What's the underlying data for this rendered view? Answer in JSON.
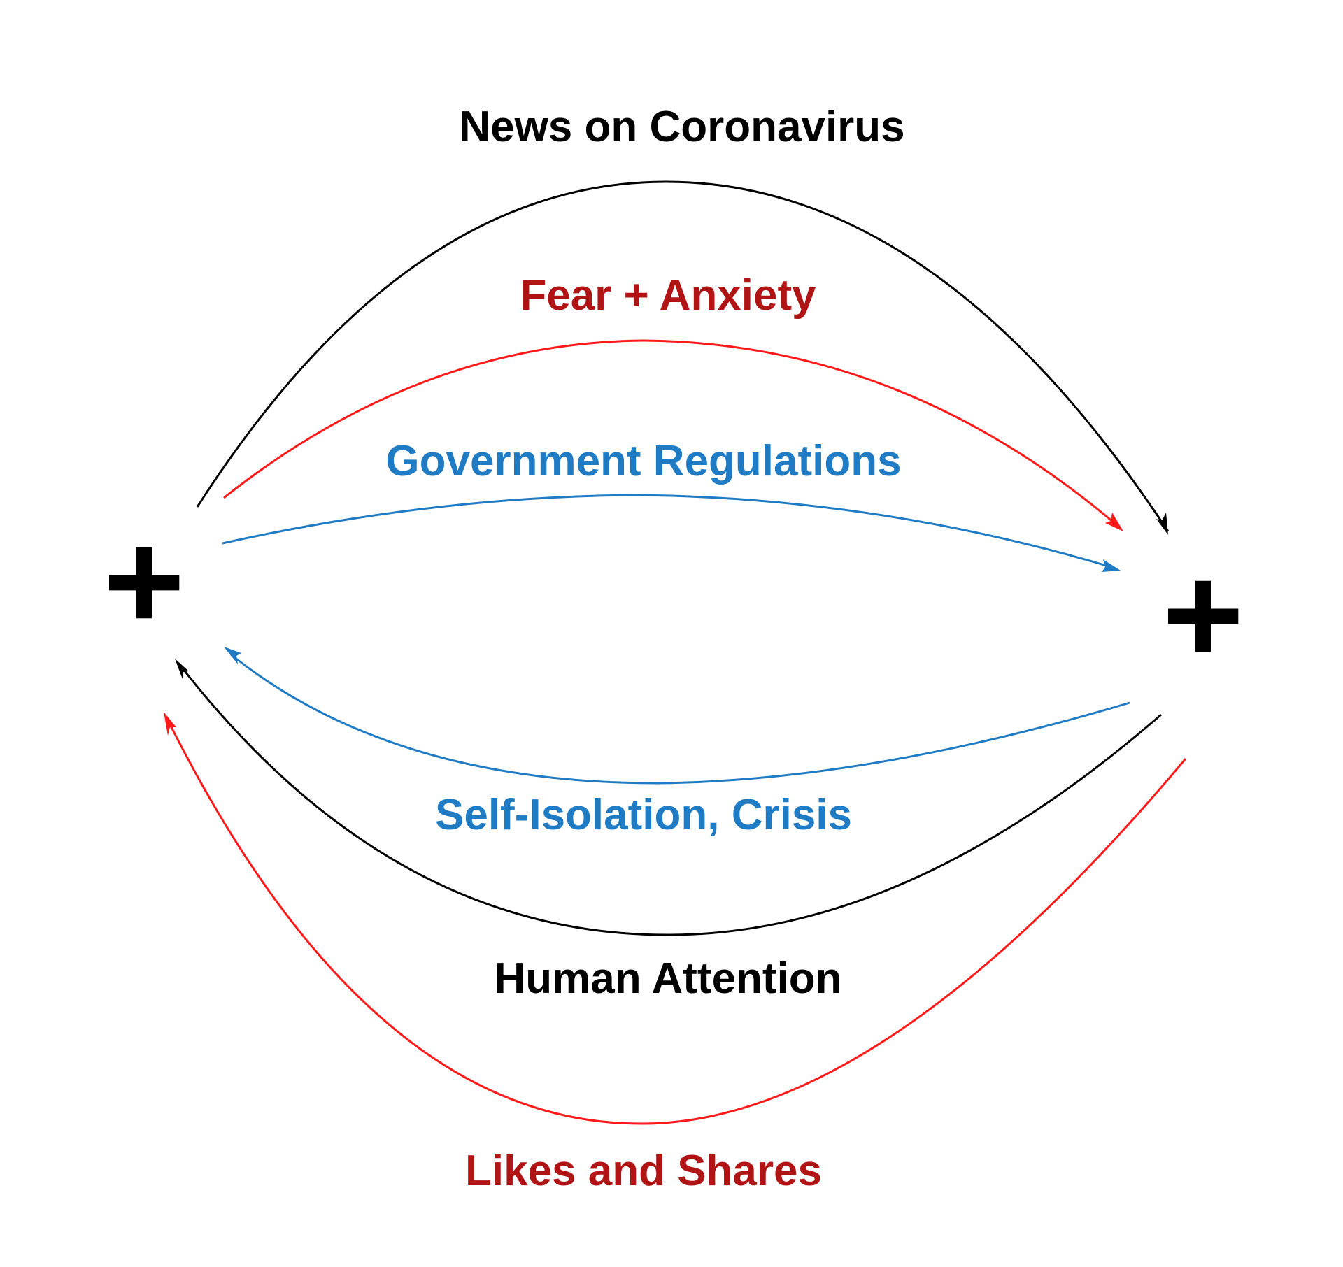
{
  "diagram": {
    "colors": {
      "black": "#000000",
      "red": "#ff1a1a",
      "dark_red": "#b01414",
      "blue": "#1f7cc4"
    },
    "nodes": {
      "left": {
        "symbol": "+"
      },
      "right": {
        "symbol": "+"
      }
    },
    "edges": [
      {
        "id": "news",
        "label": "News on Coronavirus",
        "from": "left",
        "to": "right",
        "color": "black"
      },
      {
        "id": "fear",
        "label": "Fear + Anxiety",
        "from": "left",
        "to": "right",
        "color": "red"
      },
      {
        "id": "government",
        "label": "Government Regulations",
        "from": "left",
        "to": "right",
        "color": "blue"
      },
      {
        "id": "self-isolation",
        "label": "Self-Isolation, Crisis",
        "from": "right",
        "to": "left",
        "color": "blue"
      },
      {
        "id": "attention",
        "label": "Human Attention",
        "from": "right",
        "to": "left",
        "color": "black"
      },
      {
        "id": "likes",
        "label": "Likes and Shares",
        "from": "right",
        "to": "left",
        "color": "red"
      }
    ]
  }
}
